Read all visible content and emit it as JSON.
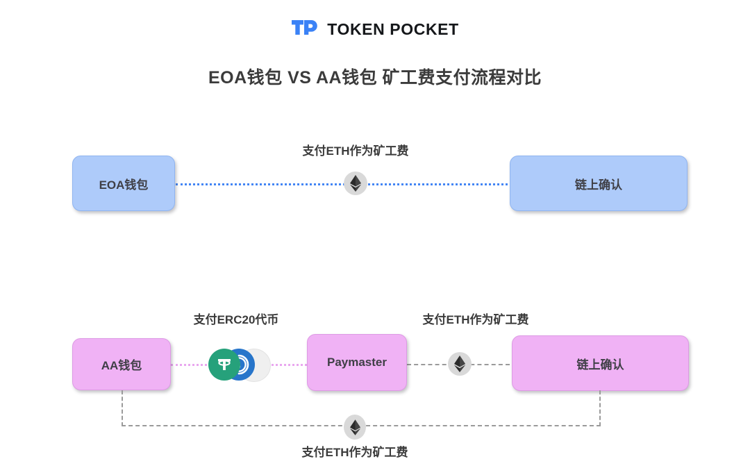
{
  "brand": {
    "logo_icon": "tp-logo-icon",
    "name": "TOKEN POCKET",
    "logo_color": "#3b82f6"
  },
  "title": "EOA钱包 VS AA钱包 矿工费支付流程对比",
  "flows": {
    "eoa": {
      "accent_color": "#4285f4",
      "node_fill": "#aecbfa",
      "nodes": [
        {
          "id": "eoa-wallet",
          "label": "EOA钱包"
        },
        {
          "id": "eoa-onchain",
          "label": "链上确认"
        }
      ],
      "edges": [
        {
          "id": "eoa-gas",
          "label": "支付ETH作为矿工费",
          "icon": "ethereum-icon"
        }
      ]
    },
    "aa": {
      "accent_color": "#e9a8ef",
      "node_fill": "#f0b2f5",
      "nodes": [
        {
          "id": "aa-wallet",
          "label": "AA钱包"
        },
        {
          "id": "paymaster",
          "label": "Paymaster"
        },
        {
          "id": "aa-onchain",
          "label": "链上确认"
        }
      ],
      "edges": [
        {
          "id": "aa-erc20",
          "label": "支付ERC20代币",
          "icons": [
            "usdt-icon",
            "usdc-icon",
            "token-placeholder-icon"
          ]
        },
        {
          "id": "paymaster-gas",
          "label": "支付ETH作为矿工费",
          "icon": "ethereum-icon"
        },
        {
          "id": "aa-loop-gas",
          "label": "支付ETH作为矿工费",
          "icon": "ethereum-icon"
        }
      ]
    }
  },
  "tokens": {
    "usdt": {
      "symbol": "₮",
      "color": "#26a17b"
    },
    "usdc": {
      "symbol": "$",
      "color": "#2775ca"
    },
    "placeholder": {
      "symbol": "",
      "color": "#efefef"
    }
  }
}
